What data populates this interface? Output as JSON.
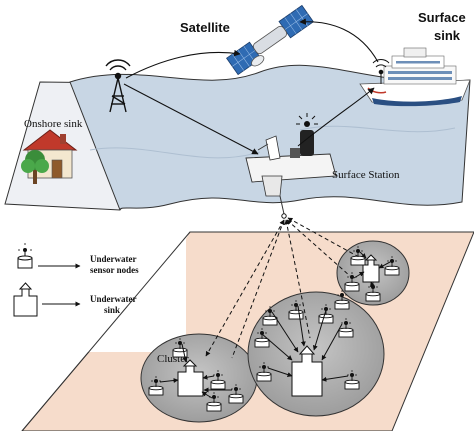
{
  "labels": {
    "satellite": "Satellite",
    "surface_sink_line1": "Surface",
    "surface_sink_line2": "sink",
    "onshore_sink": "Onshore sink",
    "surface_station": "Surface Station",
    "cluster": "Cluster"
  },
  "legend": {
    "sensor_line1": "Underwater",
    "sensor_line2": "sensor nodes",
    "sink_line1": "Underwater",
    "sink_line2": "sink"
  },
  "colors": {
    "ocean_surface": "#c8d6e4",
    "land": "#eef0f4",
    "seabed": "#f6dccb",
    "cluster_fill": "#b4b4b4",
    "cluster_fill_dark": "#8f8f8f"
  }
}
